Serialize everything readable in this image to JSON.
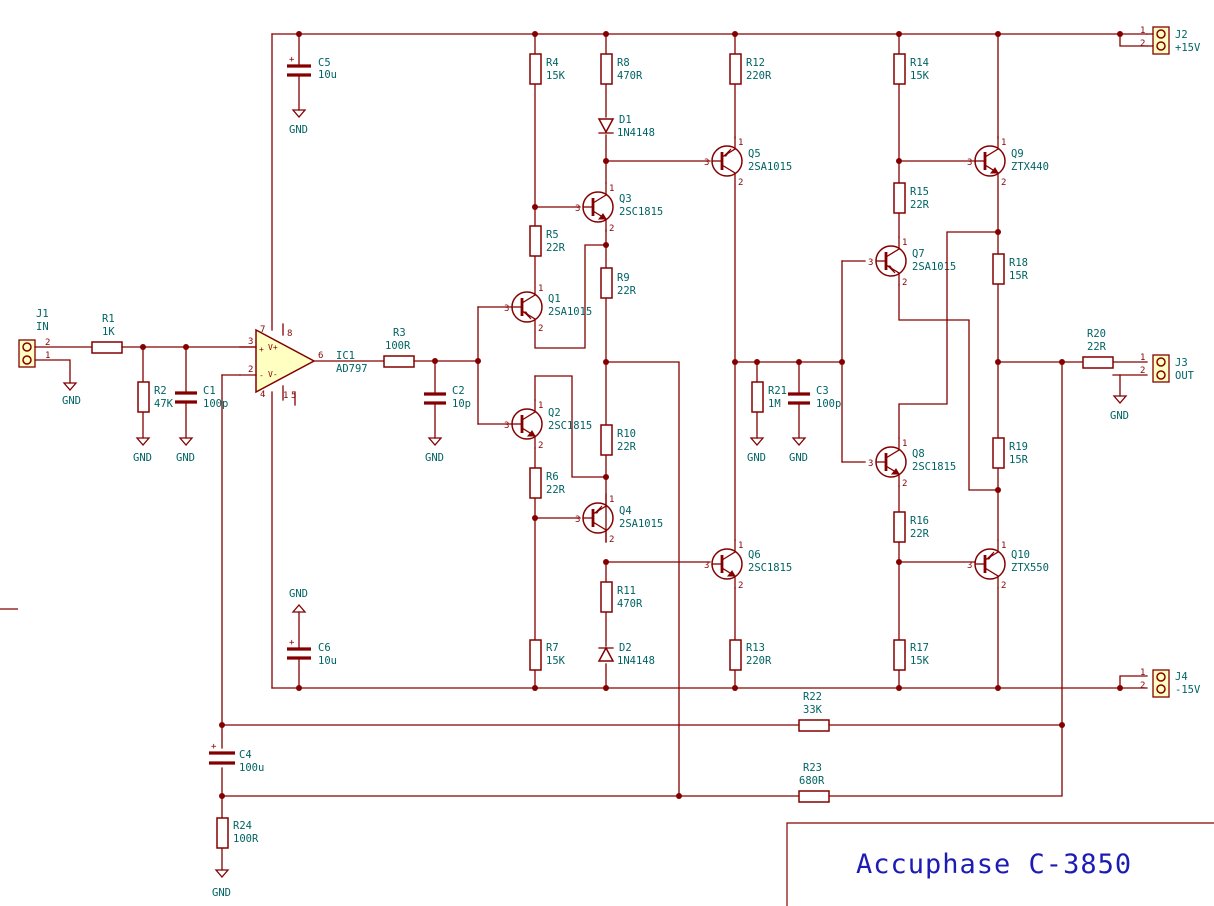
{
  "title_block": {
    "title": "Accuphase C-3850"
  },
  "colors": {
    "wire": "#840000",
    "label": "#006464",
    "title": "#1c1cb4",
    "component_fill": "#ffffc2"
  },
  "connectors": {
    "J1": {
      "ref": "J1",
      "value": "IN",
      "pin1": "1",
      "pin2": "2"
    },
    "J2": {
      "ref": "J2",
      "value": "+15V",
      "pin1": "1",
      "pin2": "2"
    },
    "J3": {
      "ref": "J3",
      "value": "OUT",
      "pin1": "1",
      "pin2": "2"
    },
    "J4": {
      "ref": "J4",
      "value": "-15V",
      "pin1": "1",
      "pin2": "2"
    }
  },
  "opamp": {
    "ref": "IC1",
    "value": "AD797",
    "pin_in_plus": "3",
    "pin_in_minus": "2",
    "pin_out": "6",
    "pin_vplus": "7",
    "pin_vminus": "4",
    "pin_8": "8",
    "pin_5": "5",
    "pin_1": "1",
    "label_vplus": "V+",
    "label_vminus": "V-",
    "sym_plus": "+",
    "sym_minus": "-"
  },
  "resistors": {
    "R1": {
      "ref": "R1",
      "value": "1K"
    },
    "R2": {
      "ref": "R2",
      "value": "47K"
    },
    "R3": {
      "ref": "R3",
      "value": "100R"
    },
    "R4": {
      "ref": "R4",
      "value": "15K"
    },
    "R5": {
      "ref": "R5",
      "value": "22R"
    },
    "R6": {
      "ref": "R6",
      "value": "22R"
    },
    "R7": {
      "ref": "R7",
      "value": "15K"
    },
    "R8": {
      "ref": "R8",
      "value": "470R"
    },
    "R9": {
      "ref": "R9",
      "value": "22R"
    },
    "R10": {
      "ref": "R10",
      "value": "22R"
    },
    "R11": {
      "ref": "R11",
      "value": "470R"
    },
    "R12": {
      "ref": "R12",
      "value": "220R"
    },
    "R13": {
      "ref": "R13",
      "value": "220R"
    },
    "R14": {
      "ref": "R14",
      "value": "15K"
    },
    "R15": {
      "ref": "R15",
      "value": "22R"
    },
    "R16": {
      "ref": "R16",
      "value": "22R"
    },
    "R17": {
      "ref": "R17",
      "value": "15K"
    },
    "R18": {
      "ref": "R18",
      "value": "15R"
    },
    "R19": {
      "ref": "R19",
      "value": "15R"
    },
    "R20": {
      "ref": "R20",
      "value": "22R"
    },
    "R21": {
      "ref": "R21",
      "value": "1M"
    },
    "R22": {
      "ref": "R22",
      "value": "33K"
    },
    "R23": {
      "ref": "R23",
      "value": "680R"
    },
    "R24": {
      "ref": "R24",
      "value": "100R"
    }
  },
  "capacitors": {
    "C1": {
      "ref": "C1",
      "value": "100p"
    },
    "C2": {
      "ref": "C2",
      "value": "10p"
    },
    "C3": {
      "ref": "C3",
      "value": "100p"
    },
    "C4": {
      "ref": "C4",
      "value": "100u"
    },
    "C5": {
      "ref": "C5",
      "value": "10u"
    },
    "C6": {
      "ref": "C6",
      "value": "10u"
    }
  },
  "diodes": {
    "D1": {
      "ref": "D1",
      "value": "1N4148"
    },
    "D2": {
      "ref": "D2",
      "value": "1N4148"
    }
  },
  "transistors": {
    "Q1": {
      "ref": "Q1",
      "value": "2SA1015"
    },
    "Q2": {
      "ref": "Q2",
      "value": "2SC1815"
    },
    "Q3": {
      "ref": "Q3",
      "value": "2SC1815"
    },
    "Q4": {
      "ref": "Q4",
      "value": "2SA1015"
    },
    "Q5": {
      "ref": "Q5",
      "value": "2SA1015"
    },
    "Q6": {
      "ref": "Q6",
      "value": "2SC1815"
    },
    "Q7": {
      "ref": "Q7",
      "value": "2SA1015"
    },
    "Q8": {
      "ref": "Q8",
      "value": "2SC1815"
    },
    "Q9": {
      "ref": "Q9",
      "value": "ZTX440"
    },
    "Q10": {
      "ref": "Q10",
      "value": "ZTX550"
    }
  },
  "transistor_pins": {
    "p1": "1",
    "p2": "2",
    "p3": "3"
  },
  "grounds": {
    "label": "GND"
  }
}
